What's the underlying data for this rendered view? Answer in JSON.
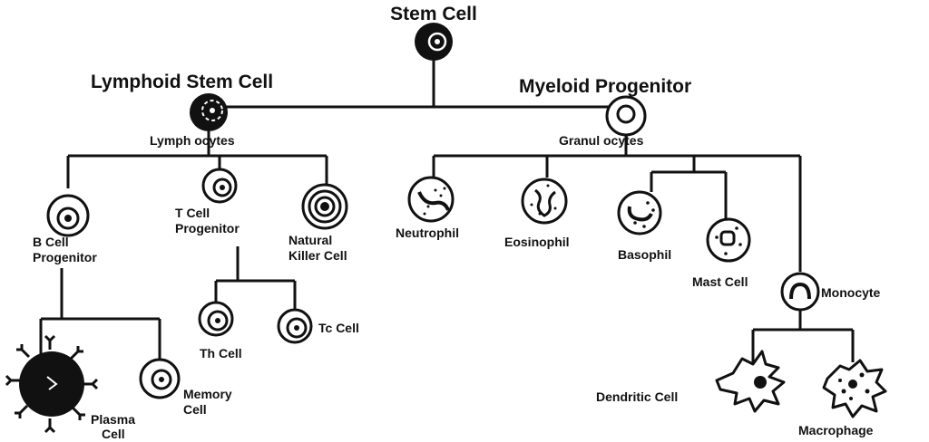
{
  "labels": {
    "stem_cell": "Stem Cell",
    "lymphoid_stem_cell": "Lymphoid Stem Cell",
    "myeloid_progenitor": "Myeloid Progenitor",
    "lymphocytes": "Lymph ocytes",
    "granulocytes": "Granul ocytes",
    "b_cell_line1": "B Cell",
    "b_cell_line2": "Progenitor",
    "t_cell_line1": "T Cell",
    "t_cell_line2": "Progenitor",
    "nk_line1": "Natural",
    "nk_line2": "Killer Cell",
    "neutrophil": "Neutrophil",
    "eosinophil": "Eosinophil",
    "basophil": "Basophil",
    "mast_cell": "Mast Cell",
    "monocyte": "Monocyte",
    "th_cell": "Th Cell",
    "tc_cell": "Tc Cell",
    "plasma_line1": "Plasma",
    "plasma_line2": "Cell",
    "memory_line1": "Memory",
    "memory_line2": "Cell",
    "dendritic_cell": "Dendritic Cell",
    "macrophage": "Macrophage"
  }
}
